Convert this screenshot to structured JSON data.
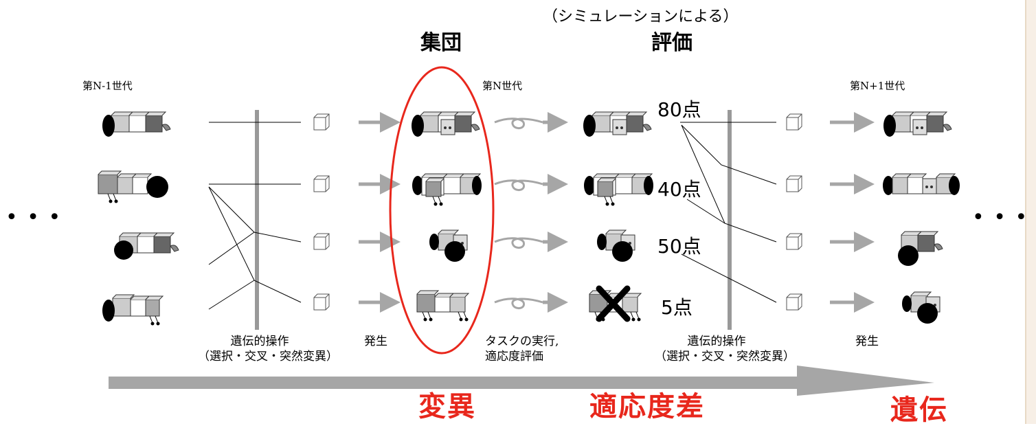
{
  "header": {
    "population": "集団",
    "evaluation_note": "（シミュレーションによる）",
    "evaluation": "評価"
  },
  "generations": {
    "prev": "第N-1世代",
    "current": "第N世代",
    "next": "第N+1世代"
  },
  "captions": {
    "genetic_ops_1_line1": "遺伝的操作",
    "genetic_ops_1_line2": "（選択・交叉・突然変異）",
    "development_1": "発生",
    "task_line1": "タスクの実行,",
    "task_line2": "適応度評価",
    "genetic_ops_2_line1": "遺伝的操作",
    "genetic_ops_2_line2": "（選択・交叉・突然変異）",
    "development_2": "発生"
  },
  "scores": [
    "80点",
    "40点",
    "50点",
    "5点"
  ],
  "bottom_labels": {
    "variation": "変異",
    "fitness_difference": "適応度差",
    "heredity": "遺伝"
  },
  "ellipsis_left": "• • •",
  "ellipsis_right": "• • •",
  "colors": {
    "accent_red": "#e8271c",
    "arrow_gray": "#a6a6a6",
    "line_gray": "#999999"
  }
}
